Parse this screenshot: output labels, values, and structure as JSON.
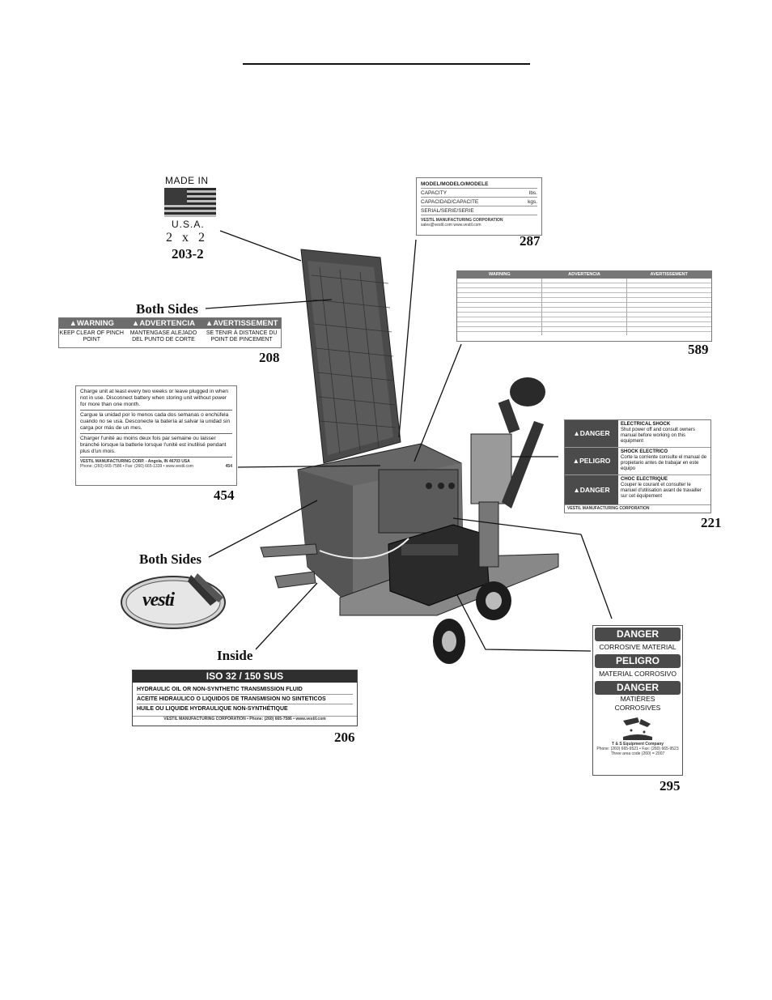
{
  "labels": {
    "made_in_usa": {
      "line1": "MADE IN",
      "line2": "U.S.A.",
      "size": "2 x 2",
      "number": "203-2"
    },
    "model_plate": {
      "rows": [
        "MODEL/MODELO/MODELE",
        "CAPACITY",
        "CAPACIDAD/CAPACITE",
        "SERIAL/SERIE/SERIE"
      ],
      "units": [
        "lbs.",
        "kgs."
      ],
      "footer1": "VESTIL MANUFACTURING CORPORATION",
      "footer2": "sales@vestil.com  www.vestil.com",
      "number": "287"
    },
    "pinch_point": {
      "headers": [
        "WARNING",
        "ADVERTENCIA",
        "AVERTISSEMENT"
      ],
      "cells": [
        "KEEP CLEAR OF PINCH POINT",
        "MANTENGASE ALEJADO DEL PUNTO DE CORTE",
        "SE TENIR À DISTANCE DU POINT DE PINCEMENT"
      ],
      "number": "208"
    },
    "warning_589": {
      "headers": [
        "WARNING",
        "ADVERTENCIA",
        "AVERTISSEMENT"
      ],
      "number": "589"
    },
    "battery_charge": {
      "para1": "Charge unit at least every two weeks or leave plugged in when not in use. Disconnect battery when storing unit without power for more than one month.",
      "para2": "Cargue la unidad por lo menos cada dos semanas o enchúfela cuando no se usa. Desconecte la batería al salvar la unidad sin carga por más de un mes.",
      "para3": "Charger l'unité au moins deux fois par semaine ou laisser branché lorsque la batterie lorsque l'unité est inutilisé pendant plus d'un mois.",
      "footer1": "VESTIL MANUFACTURING CORP. - Angola, IN 46703 USA",
      "footer2": "Phone: (260) 665-7586 • Fax: (260) 665-1339 • www.vestil.com",
      "code": "454",
      "number": "454"
    },
    "electrical_shock": {
      "tags": [
        "DANGER",
        "PELIGRO",
        "DANGER"
      ],
      "titles": [
        "ELECTRICAL SHOCK",
        "SHOCK ELECTRICO",
        "CHOC ELECTRIQUE"
      ],
      "texts": [
        "Shut power off and consult owners manual before working on this equipment",
        "Corte la corriente consulte el manual de propietario antes de trabajar en este equipo",
        "Couper le courant et consulter le manuel d'utilisation avant de travailler sur cet équipement"
      ],
      "footer": "VESTIL MANUFACTURING CORPORATION",
      "number": "221"
    },
    "hydraulic": {
      "title": "ISO 32 / 150 SUS",
      "lines": [
        "HYDRAULIC OIL OR NON-SYNTHETIC TRANSMISSION FLUID",
        "ACEITE HIDRAULICO O LIQUIDOS DE TRANSMISION NO SINTETICOS",
        "HUILE OU LIQUIDE HYDRAULIQUE NON-SYNTHÉTIQUE"
      ],
      "footer": "VESTIL MANUFACTURING CORPORATION • Phone: (260) 665-7586 • www.vestil.com",
      "number": "206"
    },
    "corrosive": {
      "tags": [
        "DANGER",
        "PELIGRO",
        "DANGER"
      ],
      "texts": [
        "CORROSIVE MATERIAL",
        "MATERIAL CORROSIVO",
        "MATIÈRES CORROSIVES"
      ],
      "footer1": "T & S Equipment Company",
      "footer2": "Phone: (260) 665-9521 • Fax: (260) 665-9523",
      "footer3": "Three area code (260) = 2007",
      "number": "295"
    }
  },
  "callouts": {
    "both_sides_upper": "Both Sides",
    "both_sides_lower": "Both Sides",
    "inside": "Inside"
  },
  "logo": {
    "text": "vesti"
  }
}
